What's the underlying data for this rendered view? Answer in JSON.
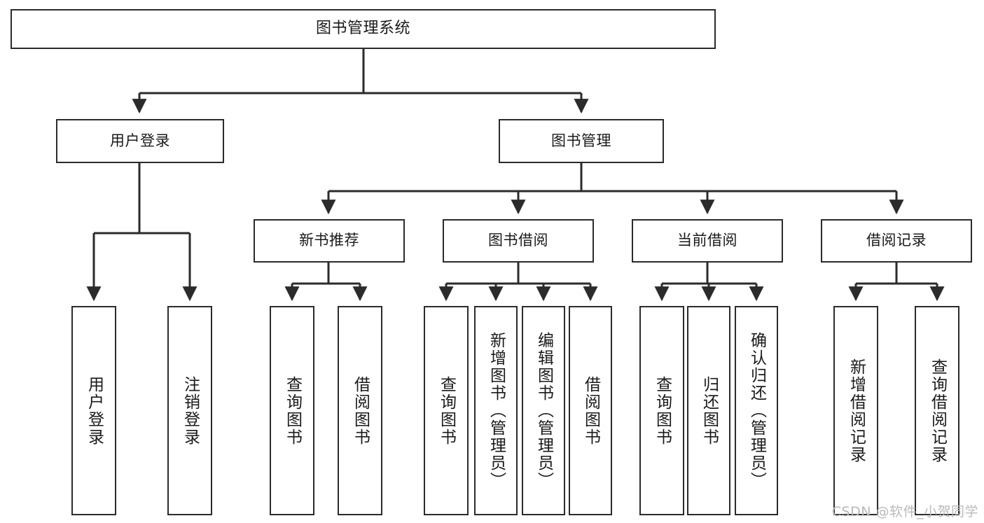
{
  "diagram": {
    "title": "图书管理系统",
    "watermark": "CSDN @软件_小贺同学",
    "type": "tree-hierarchy",
    "orientation": "top-down",
    "line_color": "#2b2b2b",
    "box_fill": "#ffffff",
    "text_color": "#1a1a1a"
  },
  "nodes": {
    "root": {
      "label": "图书管理系统"
    },
    "level2": [
      {
        "id": "user-login",
        "label": "用户登录"
      },
      {
        "id": "book-manage",
        "label": "图书管理"
      }
    ],
    "level3": [
      {
        "id": "new-book-recommend",
        "label": "新书推荐"
      },
      {
        "id": "book-borrow",
        "label": "图书借阅"
      },
      {
        "id": "current-borrow",
        "label": "当前借阅"
      },
      {
        "id": "borrow-record",
        "label": "借阅记录"
      }
    ],
    "leaves": {
      "user_login": [
        {
          "id": "leaf-user-login",
          "label": "用户登录"
        },
        {
          "id": "leaf-user-logout",
          "label": "注销登录"
        }
      ],
      "new_book_recommend": [
        {
          "id": "leaf-query-book-1",
          "label": "查询图书"
        },
        {
          "id": "leaf-borrow-book-1",
          "label": "借阅图书"
        }
      ],
      "book_borrow": [
        {
          "id": "leaf-query-book-2",
          "label": "查询图书"
        },
        {
          "id": "leaf-add-book",
          "label": "新增图书（管理员）"
        },
        {
          "id": "leaf-edit-book",
          "label": "编辑图书（管理员）"
        },
        {
          "id": "leaf-borrow-book-2",
          "label": "借阅图书"
        }
      ],
      "current_borrow": [
        {
          "id": "leaf-query-book-3",
          "label": "查询图书"
        },
        {
          "id": "leaf-return-book",
          "label": "归还图书"
        },
        {
          "id": "leaf-confirm-return",
          "label": "确认归还（管理员）"
        }
      ],
      "borrow_record": [
        {
          "id": "leaf-add-record",
          "label": "新增借阅记录"
        },
        {
          "id": "leaf-query-record",
          "label": "查询借阅记录"
        }
      ]
    }
  }
}
